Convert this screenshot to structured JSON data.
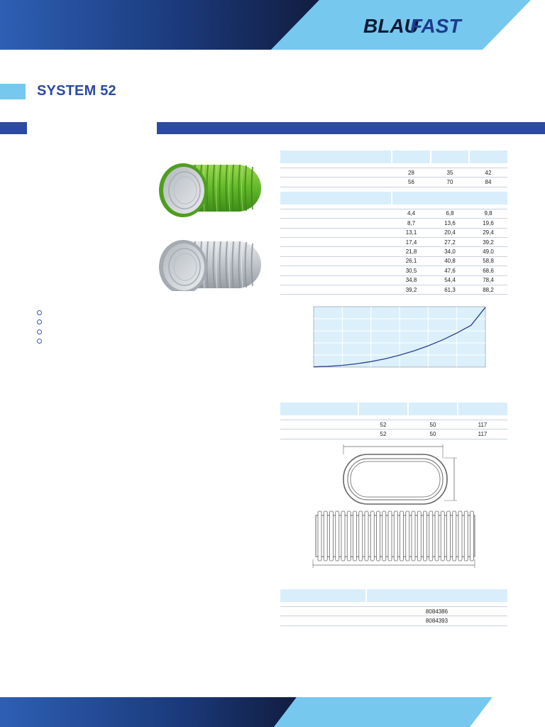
{
  "brand": {
    "part1": "BLAU",
    "part2": "FAST"
  },
  "section_title": "SYSTEM 52",
  "bullets_count": 4,
  "flow_table": {
    "headers": [
      "",
      "",
      "",
      ""
    ],
    "rows_top": [
      {
        "label": "",
        "values": [
          "28",
          "35",
          "42"
        ]
      },
      {
        "label": "",
        "values": [
          "56",
          "70",
          "84"
        ]
      }
    ],
    "subheader": [
      "",
      ""
    ],
    "rows": [
      {
        "label": "",
        "values": [
          "4,4",
          "6,8",
          "9,8"
        ]
      },
      {
        "label": "",
        "values": [
          "8,7",
          "13,6",
          "19,6"
        ]
      },
      {
        "label": "",
        "values": [
          "13,1",
          "20,4",
          "29,4"
        ]
      },
      {
        "label": "",
        "values": [
          "17,4",
          "27,2",
          "39,2"
        ]
      },
      {
        "label": "",
        "values": [
          "21,8",
          "34,0",
          "49,0"
        ]
      },
      {
        "label": "",
        "values": [
          "26,1",
          "40,8",
          "58,8"
        ]
      },
      {
        "label": "",
        "values": [
          "30,5",
          "47,6",
          "68,6"
        ]
      },
      {
        "label": "",
        "values": [
          "34,8",
          "54,4",
          "78,4"
        ]
      },
      {
        "label": "",
        "values": [
          "39,2",
          "61,3",
          "88,2"
        ]
      }
    ]
  },
  "chart_data": {
    "type": "line",
    "title": "",
    "xlabel": "",
    "ylabel": "",
    "xlim": [
      0,
      6
    ],
    "ylim": [
      0,
      5
    ],
    "grid": true,
    "series": [
      {
        "x": [
          0,
          0.5,
          1,
          1.5,
          2,
          2.5,
          3,
          3.5,
          4,
          4.5,
          5,
          5.5,
          6
        ],
        "y": [
          0.02,
          0.06,
          0.14,
          0.27,
          0.45,
          0.68,
          0.98,
          1.34,
          1.76,
          2.25,
          2.82,
          3.46,
          4.95
        ]
      }
    ]
  },
  "dims_table": {
    "headers": [
      "",
      "",
      "",
      ""
    ],
    "rows": [
      {
        "label": "",
        "values": [
          "52",
          "50",
          "117"
        ]
      },
      {
        "label": "",
        "values": [
          "52",
          "50",
          "117"
        ]
      }
    ]
  },
  "article_table": {
    "headers": [
      "",
      ""
    ],
    "rows": [
      {
        "label": "",
        "value": "8084386"
      },
      {
        "label": "",
        "value": "8084393"
      }
    ]
  },
  "colors": {
    "brand_blue": "#2a4ba0",
    "light_blue": "#76c8ee",
    "dark_navy": "#13244e",
    "table_header": "#d9eefb",
    "chart_bg": "#dcf0fb",
    "curve": "#2a3f8e",
    "duct_green": "#6bbf2e"
  }
}
